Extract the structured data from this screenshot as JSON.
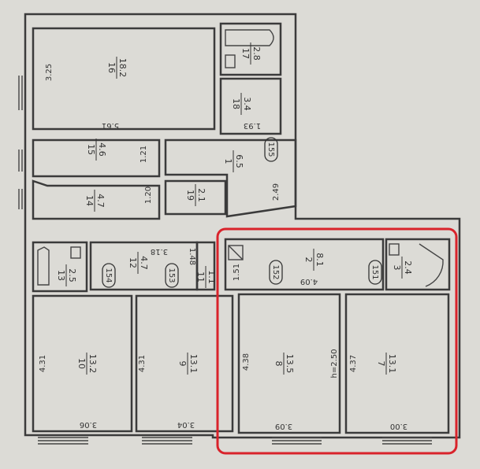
{
  "rooms": [
    {
      "id": "16",
      "area": "18.2",
      "dims": [
        "3.25",
        "5.61"
      ]
    },
    {
      "id": "17",
      "area": "2.8"
    },
    {
      "id": "18",
      "area": "3.4",
      "dims": [
        "1.93"
      ]
    },
    {
      "id": "15",
      "area": "4.6",
      "dims": [
        "1.21"
      ]
    },
    {
      "id": "1",
      "area": "6.5",
      "tag": "155",
      "dims": [
        "2.49"
      ]
    },
    {
      "id": "14",
      "area": "4.7",
      "dims": [
        "1.20"
      ]
    },
    {
      "id": "19",
      "area": "2.1"
    },
    {
      "id": "13",
      "area": "2.5"
    },
    {
      "id": "12",
      "area": "4.7",
      "tag": "154",
      "tag2": "153",
      "dims": [
        "3.18",
        "1.48"
      ]
    },
    {
      "id": "11",
      "area": "1.1"
    },
    {
      "id": "2",
      "area": "8.1",
      "tag": "152",
      "dims": [
        "1.51",
        "4.09"
      ]
    },
    {
      "id": "3",
      "area": "2.4",
      "tag": "151"
    },
    {
      "id": "10",
      "area": "13.2",
      "dims": [
        "4.31",
        "3.06"
      ]
    },
    {
      "id": "9",
      "area": "13.1",
      "dims": [
        "4.31",
        "3.04"
      ]
    },
    {
      "id": "8",
      "area": "13.5",
      "dims": [
        "4.38",
        "3.09"
      ]
    },
    {
      "id": "7",
      "area": "13.1",
      "dims": [
        "4.37",
        "3.00"
      ]
    }
  ],
  "ceiling_height": "h=2.50"
}
